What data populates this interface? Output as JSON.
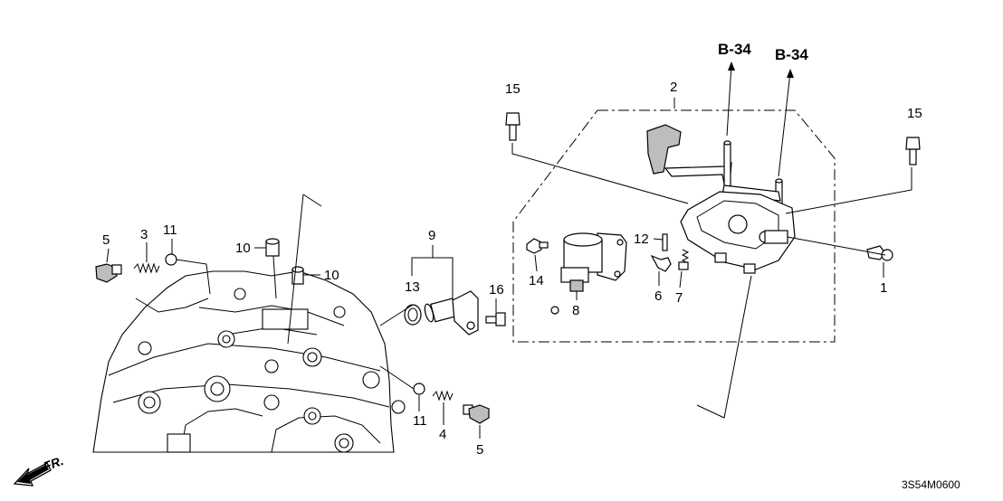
{
  "callouts": [
    "1",
    "2",
    "3",
    "4",
    "5",
    "5",
    "6",
    "7",
    "8",
    "9",
    "10",
    "10",
    "11",
    "11",
    "12",
    "13",
    "14",
    "15",
    "15",
    "16"
  ],
  "references": [
    "B-34",
    "B-34"
  ],
  "direction_label": "FR.",
  "diagram_code": "3S54M0600",
  "icons": [
    "front-direction-arrow"
  ]
}
